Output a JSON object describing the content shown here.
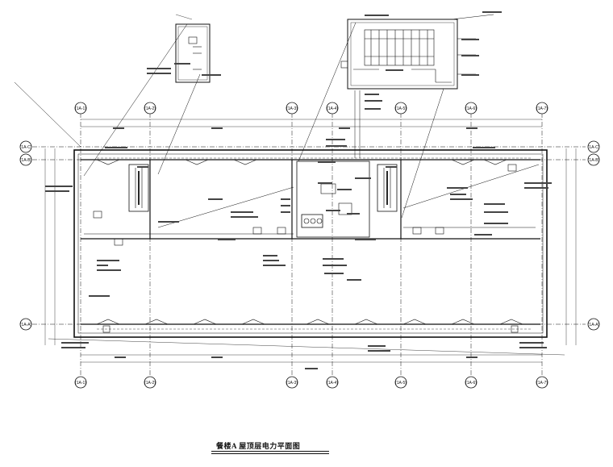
{
  "drawing": {
    "title": "餐楼A 屋顶层电力平面图",
    "grid_columns": [
      "(1A-1)",
      "(1A-2)",
      "(1A-3)",
      "(1A-4)",
      "(1A-5)",
      "(1A-6)",
      "(1A-7)"
    ],
    "grid_rows": [
      "(1A-C)",
      "(1A-B)",
      "(1A-A)"
    ]
  },
  "colors": {
    "line": "#111111",
    "paper": "#ffffff"
  }
}
